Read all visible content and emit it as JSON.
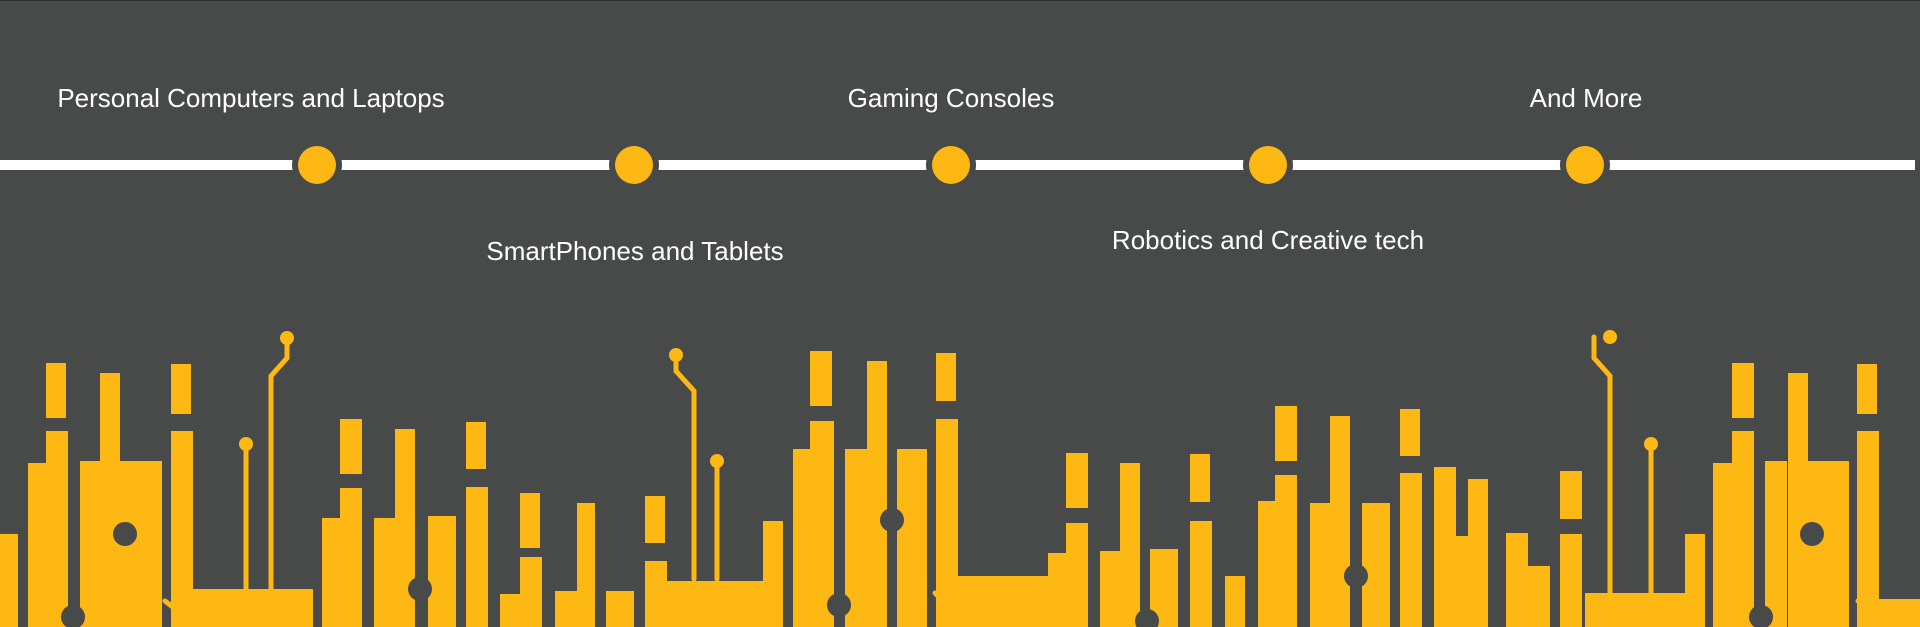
{
  "colors": {
    "background": "#484949",
    "accent": "#fdb813",
    "line": "#ffffff",
    "text": "#ffffff"
  },
  "timeline": {
    "items": [
      {
        "label": "Personal Computers and Laptops",
        "position": "above"
      },
      {
        "label": "SmartPhones and Tablets",
        "position": "below"
      },
      {
        "label": "Gaming Consoles",
        "position": "above"
      },
      {
        "label": "Robotics and Creative tech",
        "position": "below"
      },
      {
        "label": "And More",
        "position": "above"
      }
    ]
  }
}
